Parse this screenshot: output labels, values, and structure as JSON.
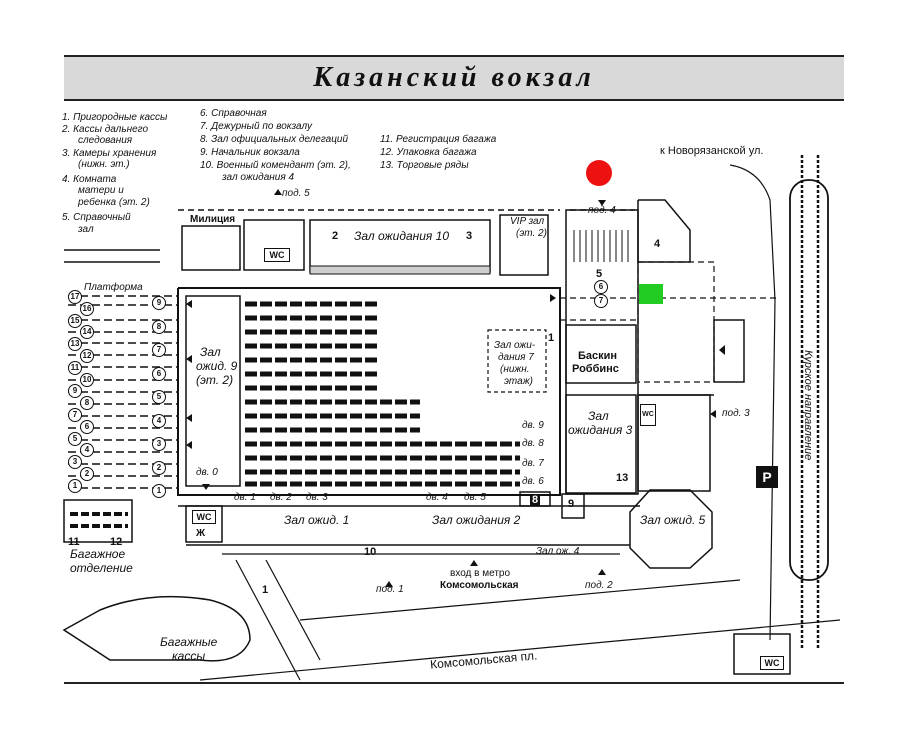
{
  "title": "Казанский вокзал",
  "legend": [
    "1. Пригородные кассы",
    "2. Кассы дальнего",
    "следования",
    "3. Камеры хранения",
    "(нижн. эт.)",
    "4. Комната",
    "матери и",
    "ребенка (эт. 2)",
    "5. Справочный",
    "зал",
    "6. Справочная",
    "7. Дежурный по вокзалу",
    "8. Зал официальных делегаций",
    "9. Начальник вокзала",
    "10. Военный комендант (эт. 2),",
    "зал ожидания 4",
    "11. Регистрация багажа",
    "12. Упаковка багажа",
    "13. Торговые ряды"
  ],
  "labels": {
    "novoryazan": "к Новорязанской ул.",
    "militsiya": "Милиция",
    "pod5": "под. 5",
    "pod4": "под. 4",
    "pod3": "под. 3",
    "pod2": "под. 2",
    "pod1": "под. 1",
    "wc": "WC",
    "zal10_num2": "2",
    "zal10": "Зал ожидания 10",
    "zal10_num3": "3",
    "vip": "VIP зал",
    "vip_floor": "(эт. 2)",
    "platform": "Платформа",
    "zal9": "Зал",
    "zal9b": "ожид. 9",
    "zal9c": "(эт. 2)",
    "zal7a": "Зал ожи-",
    "zal7b": "дания 7",
    "zal7c": "(нижн.",
    "zal7d": "этаж)",
    "zal7_num": "1",
    "baskin1": "Баскин",
    "baskin2": "Роббинс",
    "zal3a": "Зал",
    "zal3b": "ожидания 3",
    "n4": "4",
    "n5": "5",
    "n6": "6",
    "n7": "7",
    "n8": "8",
    "n9": "9",
    "n10": "10",
    "n13": "13",
    "n11": "11",
    "n12": "12",
    "n1": "1",
    "dv9": "дв. 9",
    "dv8": "дв. 8",
    "dv7": "дв. 7",
    "dv6": "дв. 6",
    "dv0": "дв. 0",
    "dv1": "дв. 1",
    "dv2": "дв. 2",
    "dv3": "дв. 3",
    "dv4": "дв. 4",
    "dv5": "дв. 5",
    "zal1": "Зал ожид. 1",
    "zal2": "Зал ожидания 2",
    "zal4": "Зал ож. 4",
    "zal5": "Зал ожид. 5",
    "metro1": "вход в метро",
    "metro2": "Комсомольская",
    "kursk": "Курское направление",
    "parking": "P",
    "baggage1": "Багажное",
    "baggage2": "отделение",
    "bkassy1": "Багажные",
    "bkassy2": "кассы",
    "komsomol": "Комсомольская пл.",
    "zh": "Ж"
  },
  "platforms": [
    "17",
    "16",
    "15",
    "14",
    "13",
    "12",
    "11",
    "10",
    "9",
    "8",
    "7",
    "6",
    "5",
    "4",
    "3",
    "2",
    "1"
  ],
  "platform_right_nums": [
    "9",
    "8",
    "7",
    "6",
    "5",
    "4",
    "3",
    "2",
    "1"
  ],
  "markers": {
    "red_dot": "#ee1111",
    "green_square": "#22cc22"
  }
}
